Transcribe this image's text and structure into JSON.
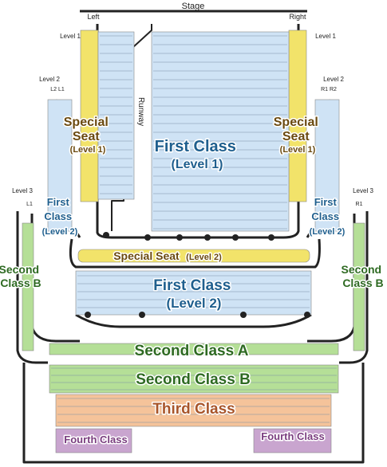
{
  "labels": {
    "stage": "Stage",
    "left": "Left",
    "right": "Right",
    "runway": "Runway",
    "level1_left": "Level 1",
    "level1_right": "Level 1",
    "level2_left": "Level 2",
    "level2_right": "Level 2",
    "level3_left": "Level 3",
    "level3_right": "Level 3",
    "box_l2": "L2 L1",
    "box_r2": "R1 R2",
    "box_l1": "L1",
    "box_r1": "R1"
  },
  "zones": {
    "special_seat_l1_left": [
      "Special",
      "Seat",
      "(Level 1)"
    ],
    "special_seat_l1_right": [
      "Special",
      "Seat",
      "(Level 1)"
    ],
    "first_class_l1": [
      "First Class",
      "(Level 1)"
    ],
    "first_class_l2_left": [
      "First",
      "Class",
      "(Level 2)"
    ],
    "first_class_l2_right": [
      "First",
      "Class",
      "(Level 2)"
    ],
    "special_seat_l2": "Special Seat",
    "special_seat_l2_suffix": "(Level 2)",
    "first_class_l2_center": [
      "First Class",
      "(Level 2)"
    ],
    "second_class_b_left": [
      "Second",
      "Class B"
    ],
    "second_class_b_right": [
      "Second",
      "Class B"
    ],
    "second_class_a": "Second Class A",
    "second_class_b_center": "Second Class B",
    "third_class": "Third Class",
    "fourth_class_left": "Fourth Class",
    "fourth_class_right": "Fourth Class"
  },
  "colors": {
    "special": "#f2e36a",
    "first": "#cfe3f5",
    "second": "#b5df97",
    "third": "#f5c39a",
    "fourth": "#c9a5cf",
    "label_special": "#6b4a10",
    "label_first": "#1f5f8e",
    "label_second": "#2e6a22",
    "label_third": "#a8552a",
    "label_fourth": "#7a3d7f"
  }
}
